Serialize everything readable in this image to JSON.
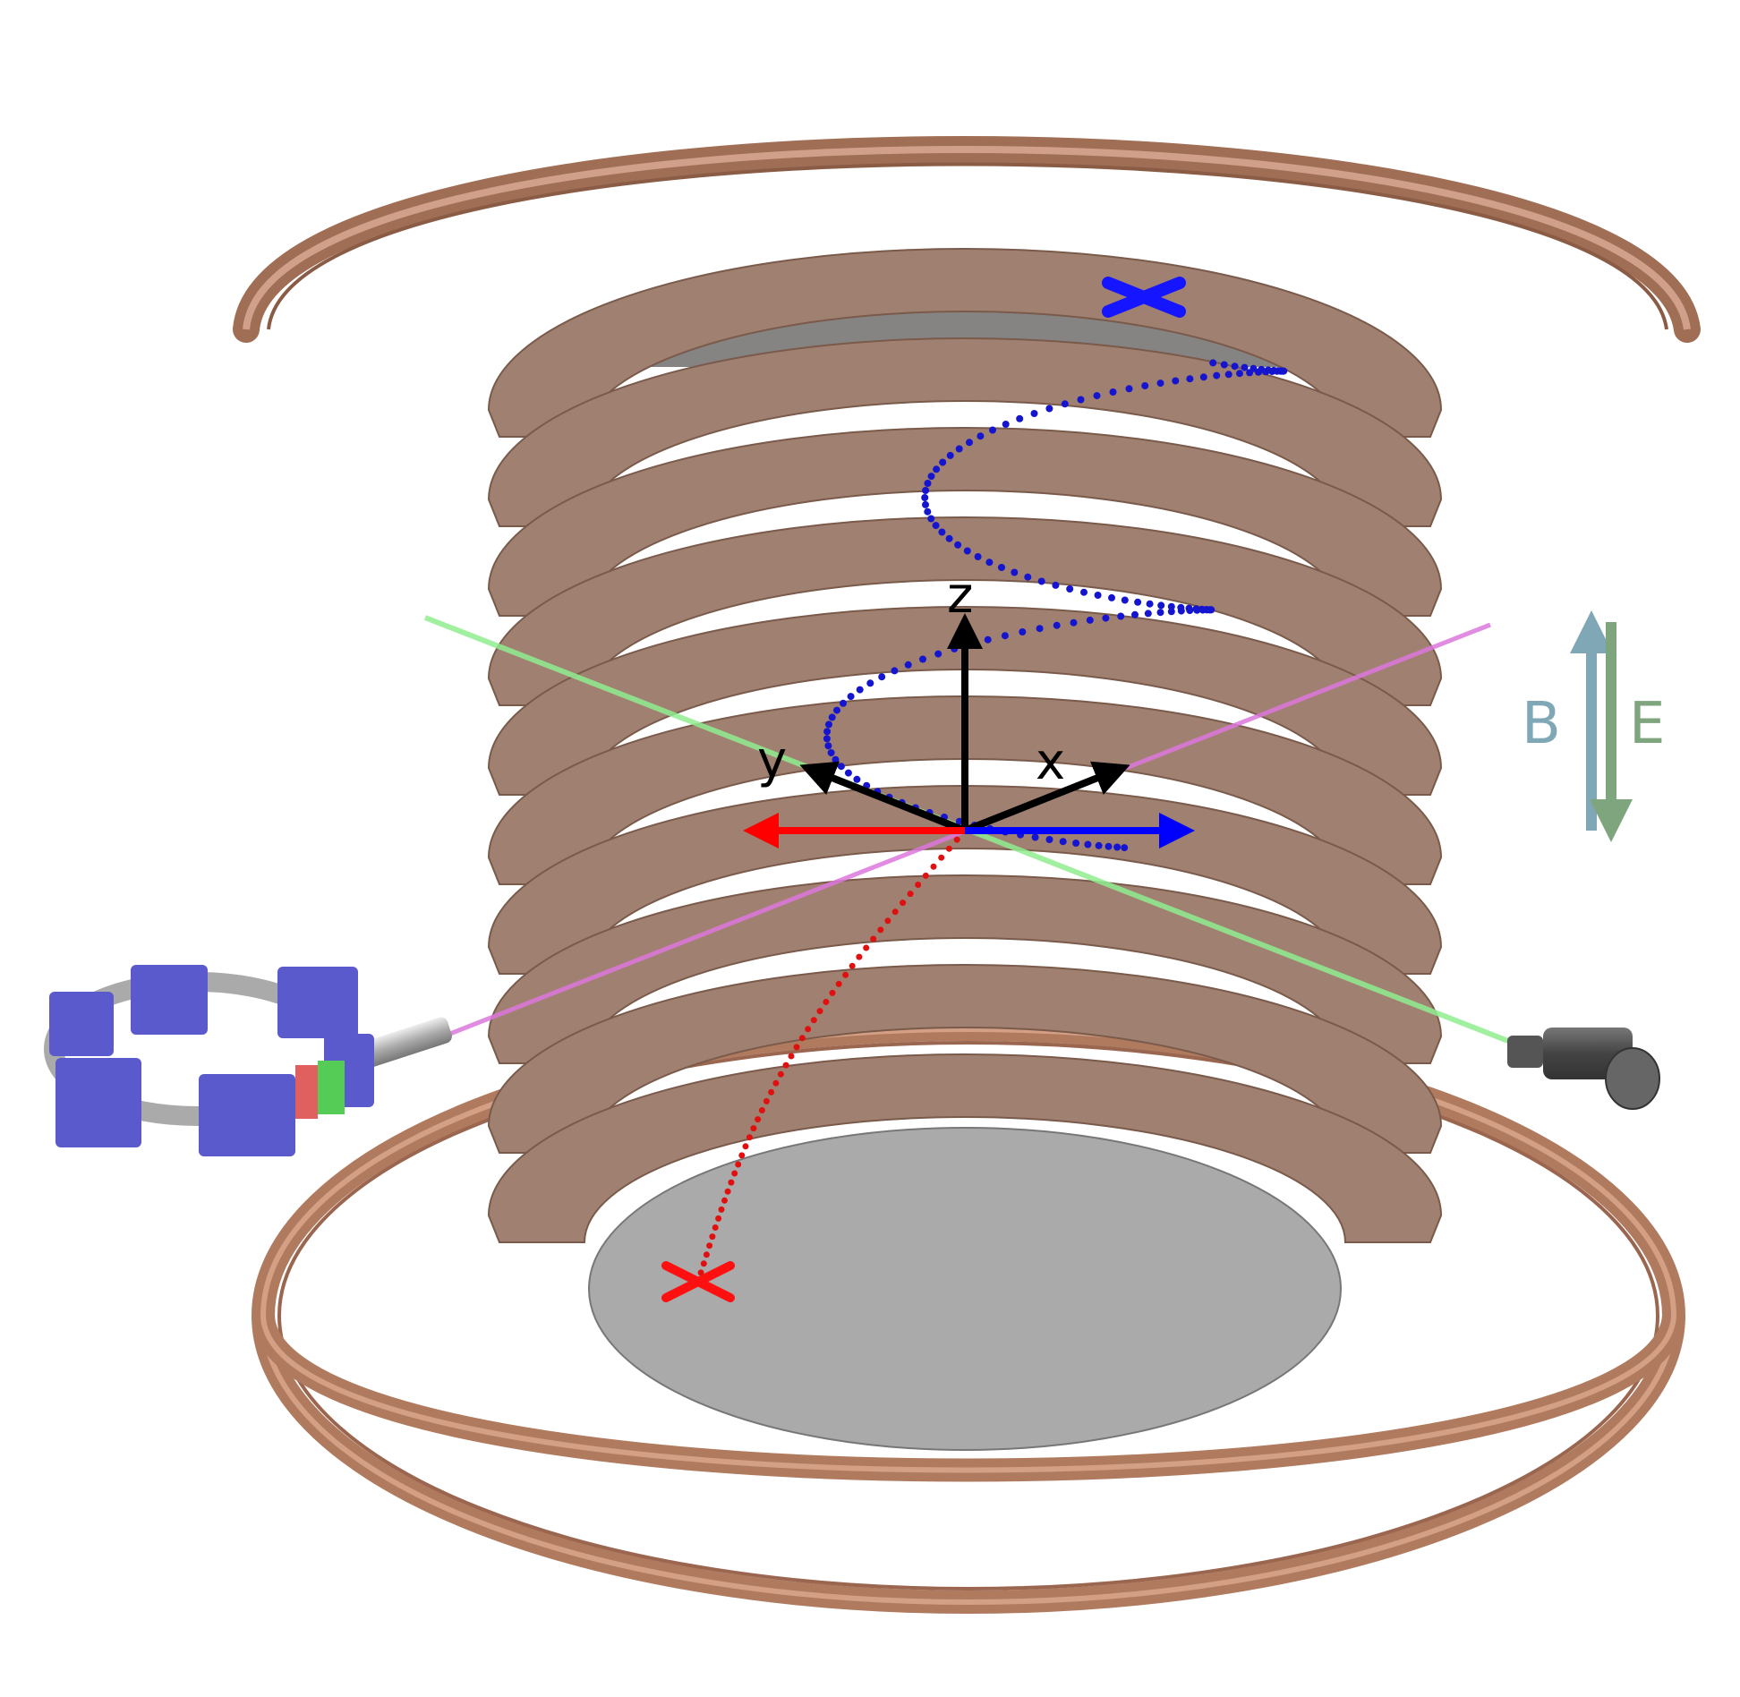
{
  "labels": {
    "z_axis": "z",
    "y_axis": "y",
    "x_axis": "x",
    "b_field": "B",
    "e_field": "E"
  },
  "icons": {
    "start_marker": "x-mark-icon",
    "end_marker": "x-mark-icon",
    "source": "magnet-ring-icon",
    "detector": "cylinder-detector-icon"
  },
  "colors": {
    "copper_plate": "#a08070",
    "copper_ring": "#b07a5e",
    "electrode": "#aaaaaa",
    "trajectory_up": "#1515d0",
    "trajectory_down": "#e01010",
    "axis_black": "#000000",
    "axis_red": "#ff0000",
    "axis_blue": "#0000ff",
    "b_field": "#7fa7b5",
    "e_field": "#7fa57f",
    "beam_green": "#90ee90",
    "beam_violet": "#dd77dd",
    "magnet_blue": "#5a5acd"
  },
  "electrode_plate_count": 10
}
